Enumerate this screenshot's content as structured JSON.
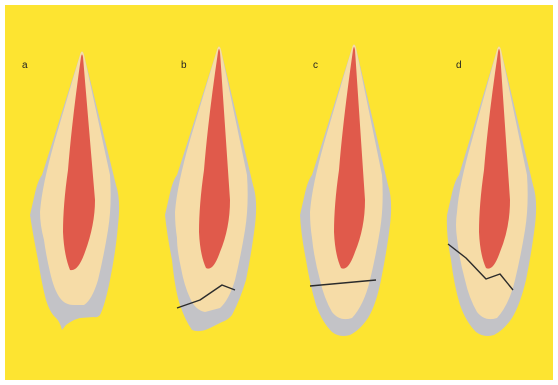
{
  "colors": {
    "background": "#fde431",
    "border": "#ffffff",
    "enamel": "#c3c3c7",
    "dentin": "#f6dca7",
    "pulp": "#e05a4b",
    "fracture_line": "#2b2b2b"
  },
  "panels": [
    {
      "label": "a",
      "fracture": "none"
    },
    {
      "label": "b",
      "fracture": "oblique-short"
    },
    {
      "label": "c",
      "fracture": "horizontal"
    },
    {
      "label": "d",
      "fracture": "v-shaped"
    }
  ]
}
